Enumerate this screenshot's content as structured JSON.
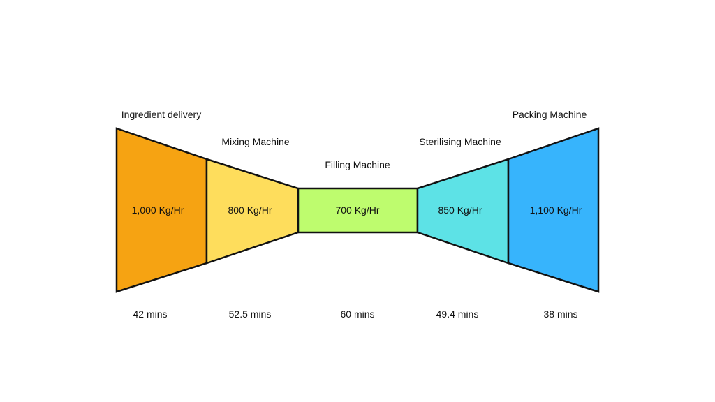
{
  "diagram": {
    "title": "Production line throughput",
    "stages": [
      {
        "name": "Ingredient delivery",
        "rate": "1,000 Kg/Hr",
        "time": "42 mins",
        "color": "#F6A312"
      },
      {
        "name": "Mixing Machine",
        "rate": "800 Kg/Hr",
        "time": "52.5 mins",
        "color": "#FEDD5C"
      },
      {
        "name": "Filling Machine",
        "rate": "700 Kg/Hr",
        "time": "60 mins",
        "color": "#BEFC6E"
      },
      {
        "name": "Sterilising Machine",
        "rate": "850 Kg/Hr",
        "time": "49.4 mins",
        "color": "#5DE2E6"
      },
      {
        "name": "Packing Machine",
        "rate": "1,100 Kg/Hr",
        "time": "38 mins",
        "color": "#37B4FC"
      }
    ],
    "outline_color": "#111111"
  }
}
